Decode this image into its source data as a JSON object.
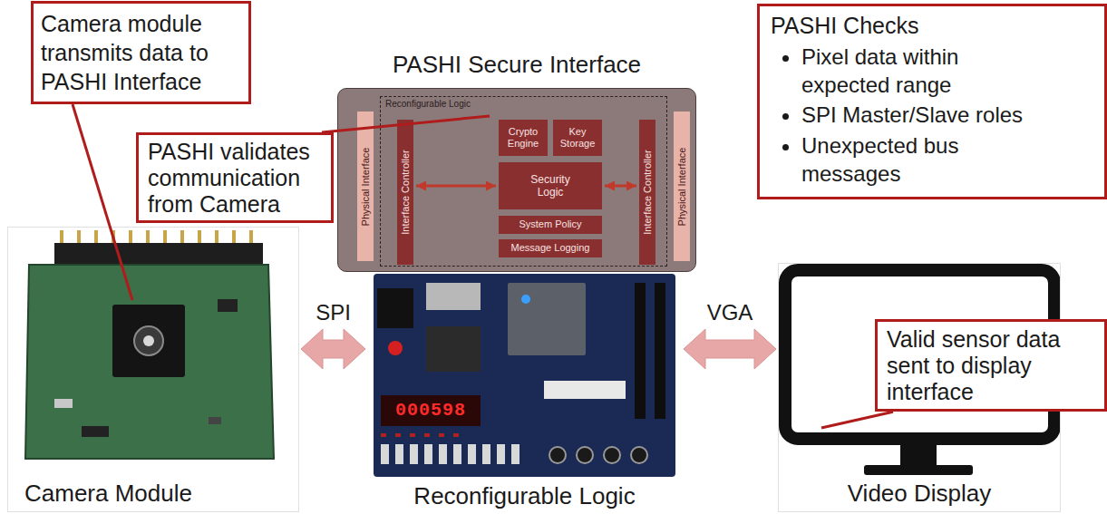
{
  "diagram": {
    "nodes": [
      {
        "text": [
          "Camera module transmits data to PASHI Interface"
        ]
      },
      {
        "text": [
          "PASHI Secure Interface"
        ]
      },
      {
        "text": [
          "Reconfigurable Logic"
        ],
        "in": 1
      },
      {
        "text": [
          "Physical Interface"
        ],
        "in": 1
      },
      {
        "text": [
          "Interface Controller"
        ],
        "in": 2
      },
      {
        "text": [
          "Crypto Engine"
        ],
        "in": 2
      },
      {
        "text": [
          "Key Storage"
        ],
        "in": 2
      },
      {
        "text": [
          "Security Logic"
        ],
        "in": 2
      },
      {
        "text": [
          "System Policy"
        ],
        "in": 2
      },
      {
        "text": [
          "Message Logging"
        ],
        "in": 2
      },
      {
        "text": [
          "Interface Controller"
        ],
        "in": 2
      },
      {
        "text": [
          "Physical Interface"
        ],
        "in": 1
      },
      {
        "text": [
          "PASHI Checks",
          "Pixel data within expected range",
          "SPI Master/Slave roles",
          "Unexpected bus messages"
        ]
      },
      {
        "text": [
          "PASHI validates communication from Camera"
        ]
      },
      {
        "text": [
          "Camera Module"
        ]
      },
      {
        "text": [
          "Reconfigurable Logic"
        ]
      },
      {
        "text": [
          "Video Display"
        ]
      },
      {
        "text": [
          "Valid sensor data sent to display interface"
        ]
      }
    ],
    "edges": [
      {
        "from": 4,
        "to": 7,
        "arrow": "both"
      },
      {
        "from": 7,
        "to": 10,
        "arrow": "both"
      },
      {
        "from": 14,
        "to": 15,
        "label": "SPI",
        "arrow": "both"
      },
      {
        "from": 15,
        "to": 16,
        "label": "VGA",
        "arrow": "both"
      }
    ],
    "labels": [
      "000598"
    ]
  }
}
